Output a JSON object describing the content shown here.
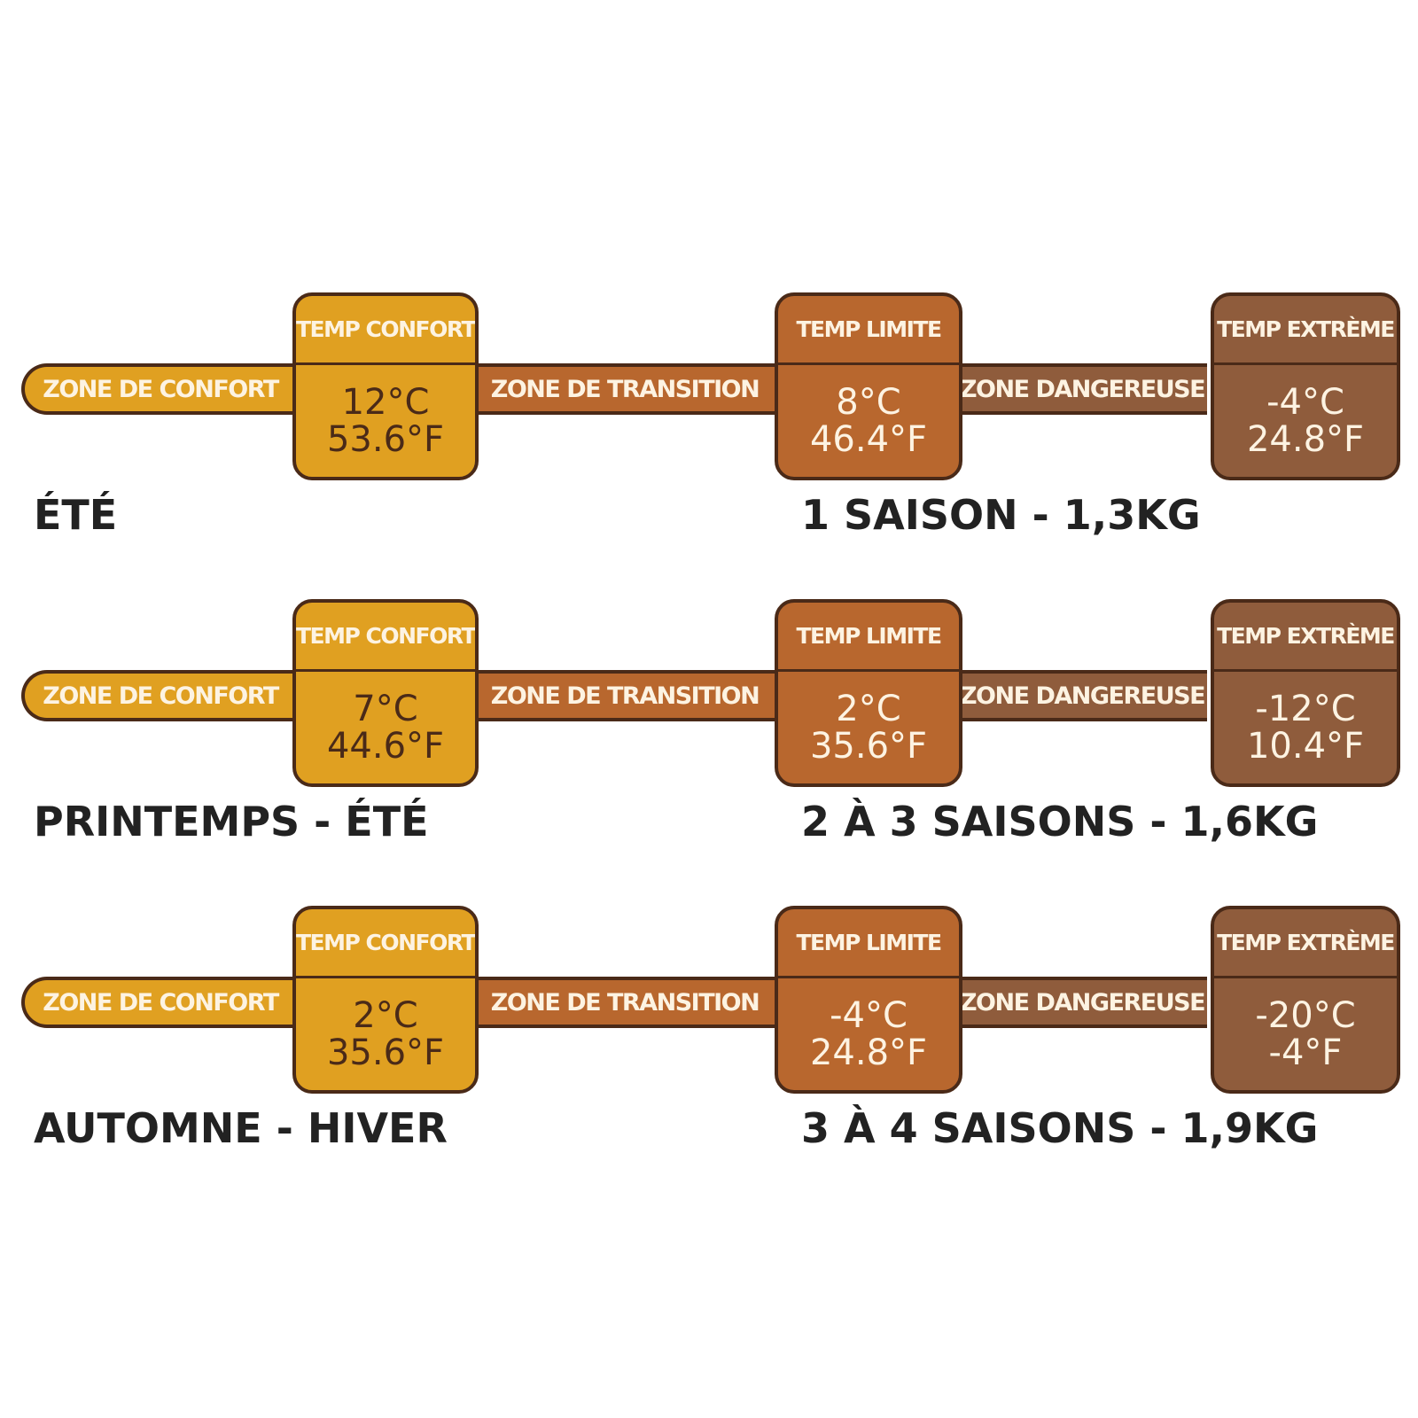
{
  "labels": {
    "temp_confort": "TEMP CONFORT",
    "temp_limite": "TEMP LIMITE",
    "temp_extreme": "TEMP EXTRÈME",
    "zone_confort": "ZONE DE CONFORT",
    "zone_transition": "ZONE DE TRANSITION",
    "zone_dangereuse": "ZONE DANGEREUSE"
  },
  "colors": {
    "comfort": "#e0a021",
    "transition": "#b8672e",
    "danger": "#8f5c3c",
    "outline": "#4a2a18"
  },
  "rows": [
    {
      "confort": {
        "c": "12°C",
        "f": "53.6°F"
      },
      "limite": {
        "c": "8°C",
        "f": "46.4°F"
      },
      "extreme": {
        "c": "-4°C",
        "f": "24.8°F"
      },
      "season": "ÉTÉ",
      "rating": "1 SAISON - 1,3KG"
    },
    {
      "confort": {
        "c": "7°C",
        "f": "44.6°F"
      },
      "limite": {
        "c": "2°C",
        "f": "35.6°F"
      },
      "extreme": {
        "c": "-12°C",
        "f": "10.4°F"
      },
      "season": "PRINTEMPS - ÉTÉ",
      "rating": "2 À 3 SAISONS - 1,6KG"
    },
    {
      "confort": {
        "c": "2°C",
        "f": "35.6°F"
      },
      "limite": {
        "c": "-4°C",
        "f": "24.8°F"
      },
      "extreme": {
        "c": "-20°C",
        "f": "-4°F"
      },
      "season": "AUTOMNE - HIVER",
      "rating": "3 À 4 SAISONS - 1,9KG"
    }
  ]
}
